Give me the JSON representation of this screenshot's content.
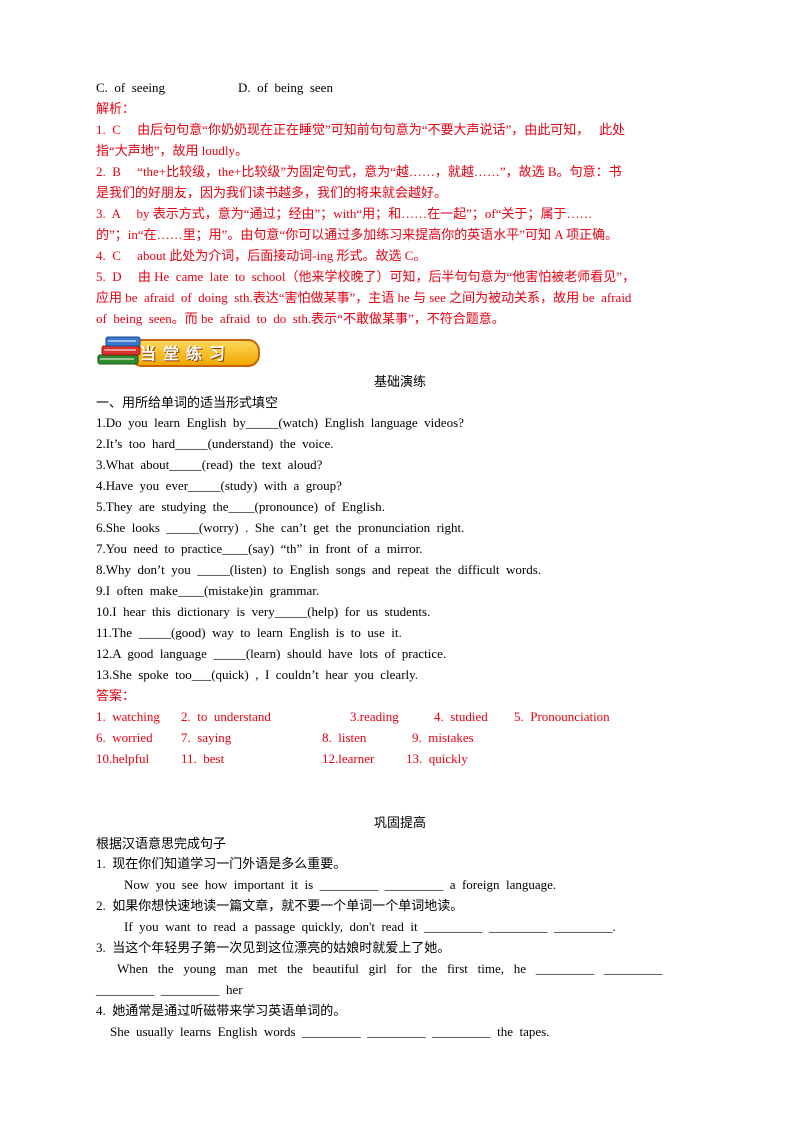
{
  "options_line": {
    "c": "C.  of  seeing",
    "d": "D.  of  being  seen"
  },
  "analysis": {
    "label": "解析：",
    "lines": [
      "1.  C     由后句句意“你奶奶现在正在睡觉”可知前句句意为“不要大声说话”，由此可知，   此处",
      "指“大声地”，故用 loudly。",
      "2.  B     “the+比较级，the+比较级”为固定句式，意为“越……，就越……”，故选 B。句意：书",
      "是我们的好朋友，因为我们读书越多，我们的将来就会越好。",
      "3.  A     by 表示方式，意为“通过；经由”；with“用；和……在一起”；of“关于；属于……",
      "的”；in“在……里；用”。由句意“你可以通过多加练习来提高你的英语水平”可知 A 项正确。",
      "4.  C     about 此处为介词，后面接动词-ing 形式。故选 C。",
      "5.  D     由 He  came  late  to  school（他来学校晚了）可知，后半句句意为“他害怕被老师看见”，",
      "应用 be  afraid  of  doing  sth.表达“害怕做某事”，主语 he 与 see 之间为被动关系，故用 be  afraid",
      "of  being  seen。而 be  afraid  to  do  sth.表示“不敢做某事”，不符合题意。"
    ]
  },
  "banner": {
    "text": "当堂练习"
  },
  "section1": {
    "title": "基础演练",
    "instruction": "一、用所给单词的适当形式填空",
    "items": [
      "1.Do  you  learn  English  by_____(watch)  English  language  videos?",
      "2.It’s  too  hard_____(understand)  the  voice.",
      "3.What  about_____(read)  the  text  aloud?",
      "4.Have  you  ever_____(study)  with  a  group?",
      "5.They  are  studying  the____(pronounce)  of  English.",
      "6.She  looks  _____(worry)  .  She  can’t  get  the  pronunciation  right.",
      "7.You  need  to  practice____(say)  “th”  in  front  of  a  mirror.",
      "8.Why  don’t  you  _____(listen)  to  English  songs  and  repeat  the  difficult  words.",
      "9.I  often  make____(mistake)in  grammar.",
      "10.I  hear  this  dictionary  is  very_____(help)  for  us  students.",
      "11.The  _____(good)  way  to  learn  English  is  to  use  it.",
      "12.A  good  language  _____(learn)  should  have  lots  of  practice.",
      "13.She  spoke  too___(quick)  ,  I  couldn’t  hear  you  clearly."
    ],
    "answers_label": "答案：",
    "answers": [
      [
        "1.  watching",
        "2.  to  understand",
        "3.reading",
        "4.  studied",
        "5.  Pronounciation"
      ],
      [
        "6.  worried",
        "7.  saying",
        "8.  listen",
        "9.  mistakes"
      ],
      [
        "10.helpful",
        "11.  best",
        "12.learner",
        "13.  quickly"
      ]
    ]
  },
  "section2": {
    "title": "巩固提高",
    "instruction": "根据汉语意思完成句子",
    "items": [
      {
        "cn": "1.  现在你们知道学习一门外语是多么重要。",
        "en": "Now  you  see  how  important  it  is  _________  _________  a  foreign  language."
      },
      {
        "cn": "2.  如果你想快速地读一篇文章，就不要一个单词一个单词地读。",
        "en": "If  you  want  to  read  a  passage  quickly,  don't  read  it  _________  _________  _________."
      },
      {
        "cn": "3.  当这个年轻男子第一次见到这位漂亮的姑娘时就爱上了她。",
        "en": "When   the   young   man   met   the   beautiful   girl   for   the   first   time,   he   _________   _________",
        "en2": "_________  _________  her"
      },
      {
        "cn": "4.  她通常是通过听磁带来学习英语单词的。",
        "en": "She  usually  learns  English  words  _________  _________  _________  the  tapes."
      }
    ]
  }
}
